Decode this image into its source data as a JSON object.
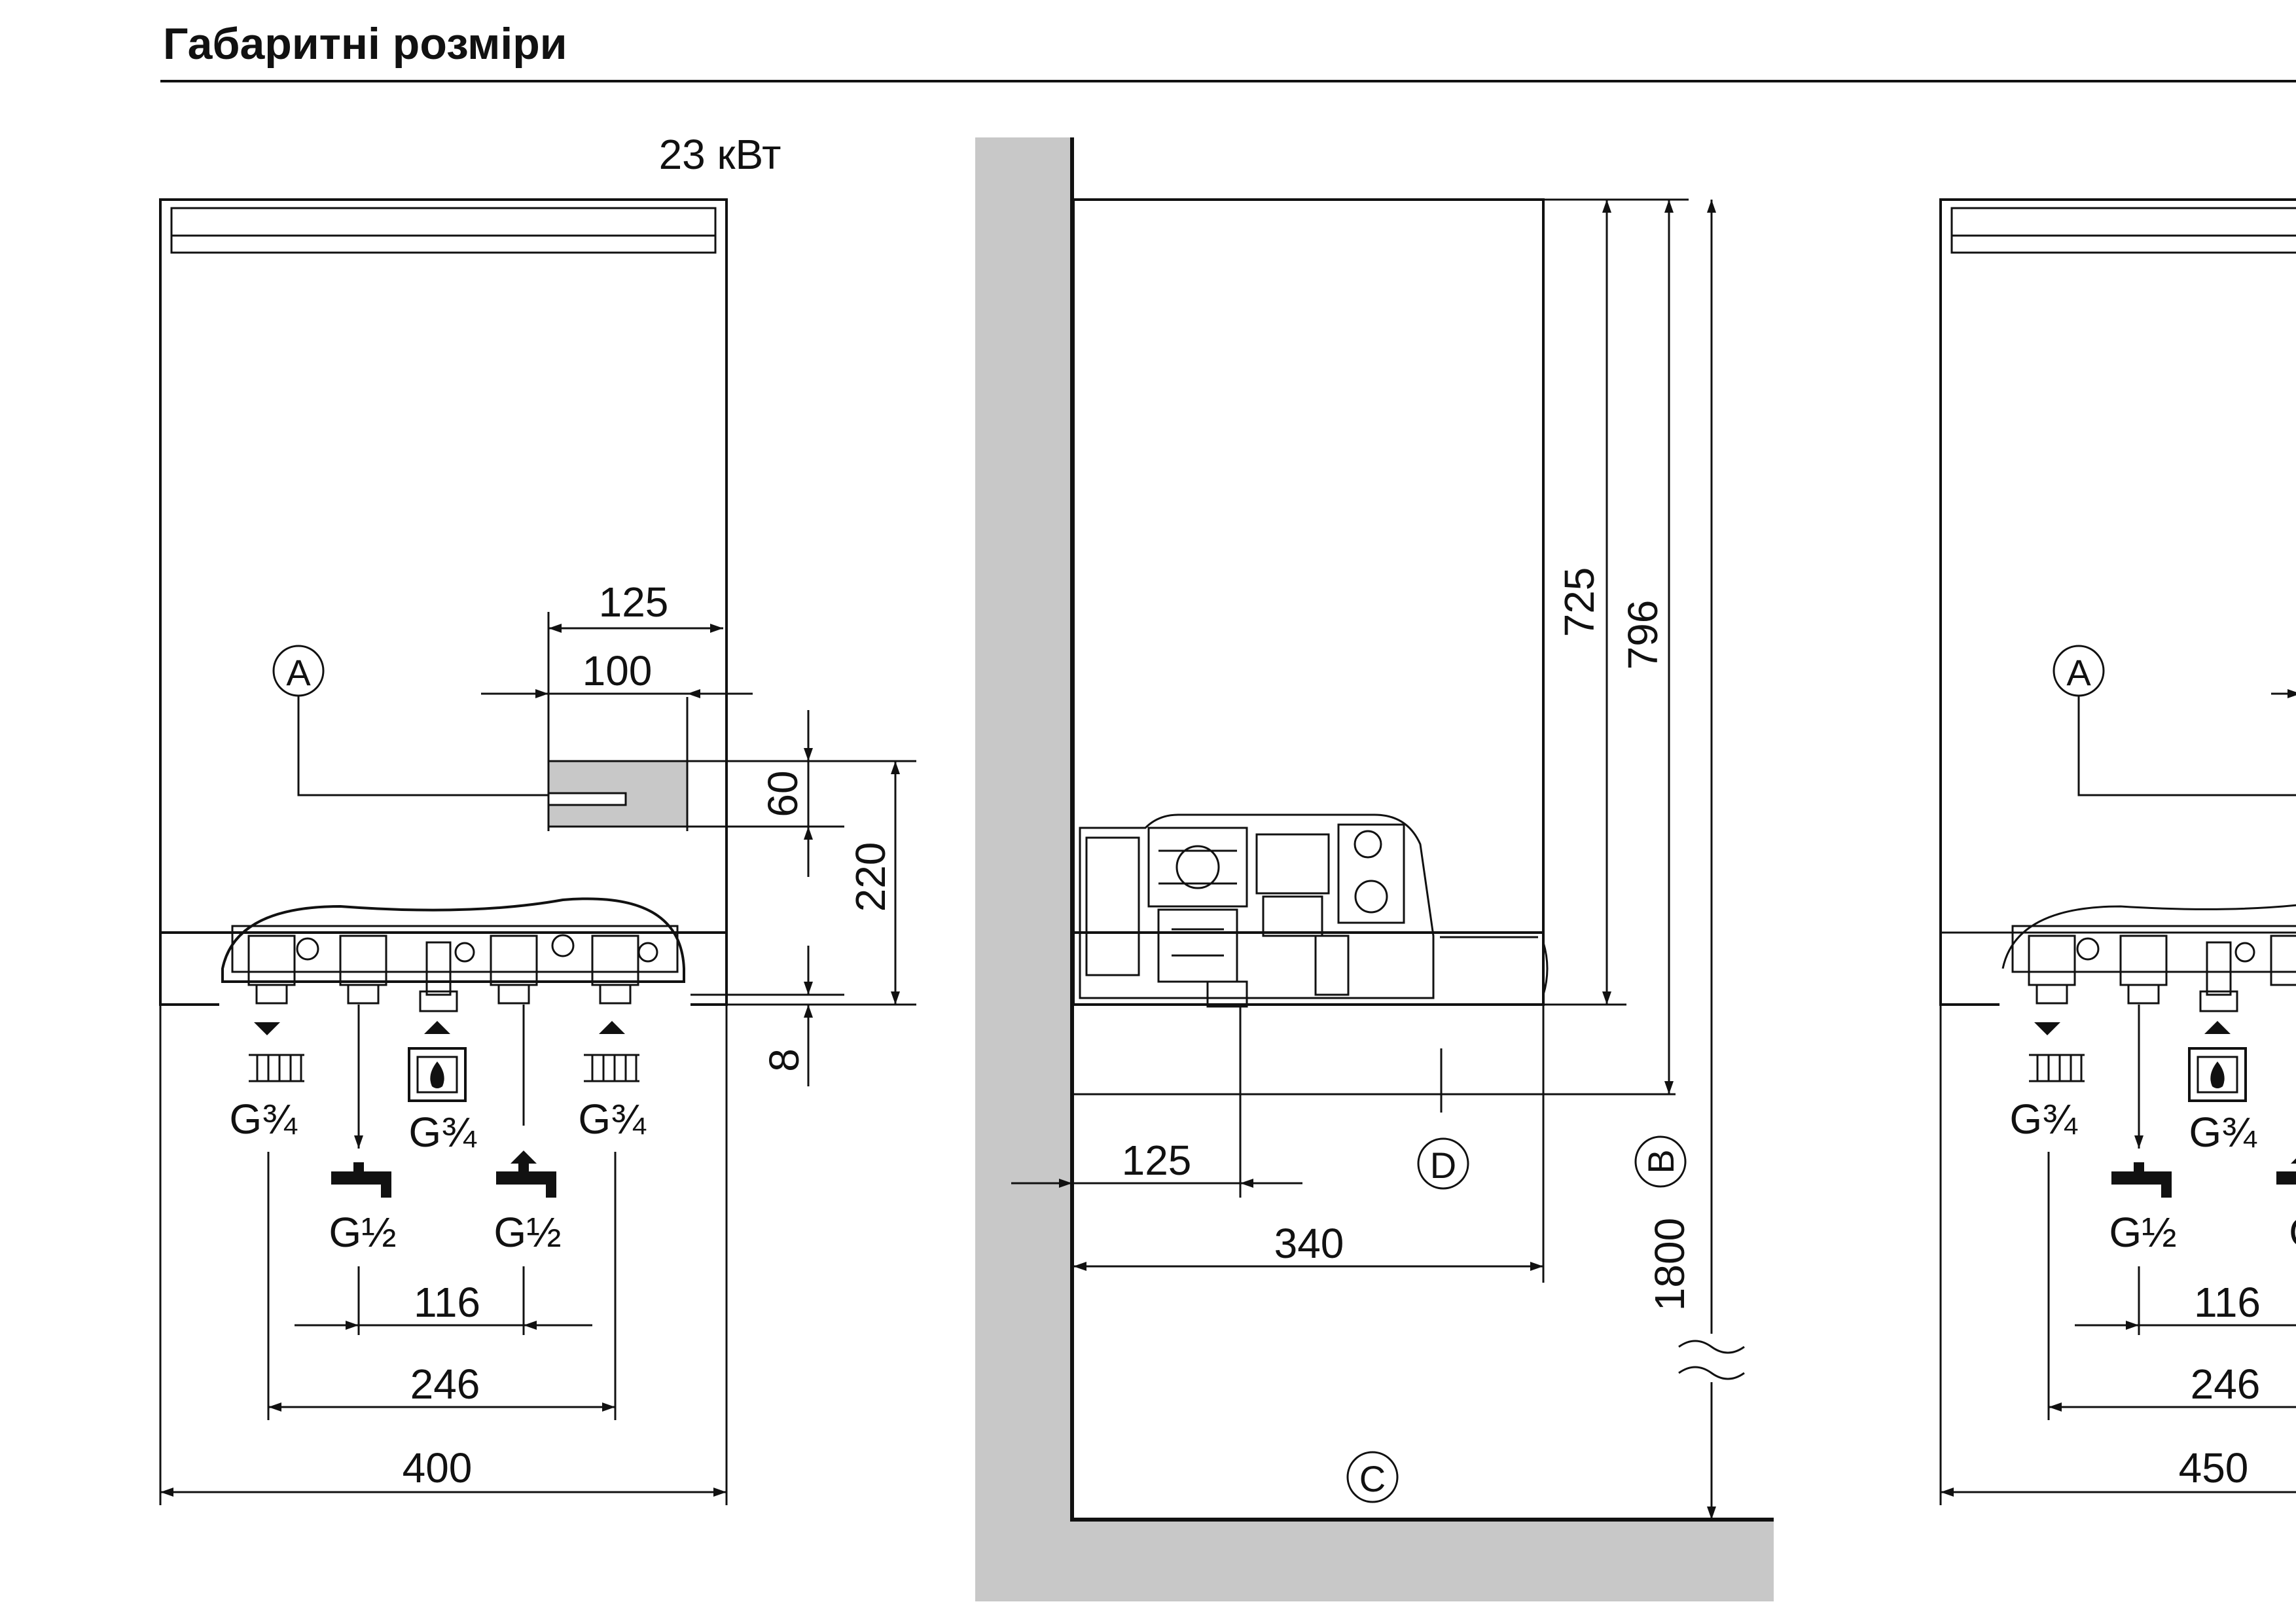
{
  "page": {
    "title": "Габаритні розміри"
  },
  "views": {
    "left": {
      "power": "23 кВт",
      "marker_a": "A",
      "dims": {
        "w125": "125",
        "w100": "100",
        "h60": "60",
        "h220": "220",
        "h8": "8",
        "w116": "116",
        "w246": "246",
        "w400": "400"
      },
      "connections": {
        "heating_flow": "G¾",
        "gas": "G¾",
        "heating_return": "G¾",
        "dhw_out": "G½",
        "cold_in": "G½"
      }
    },
    "side": {
      "dims": {
        "h725": "725",
        "h796": "796",
        "h1800": "1800",
        "d125": "125",
        "d340": "340"
      },
      "markers": {
        "b": "B",
        "c": "C",
        "d": "D"
      }
    },
    "right": {
      "marker_a": "A",
      "dims": {
        "w116": "116",
        "w246": "246",
        "w450": "450"
      },
      "connections": {
        "heating_flow": "G¾",
        "gas": "G¾",
        "dhw_out": "G½",
        "cold_in": "G"
      }
    }
  },
  "colors": {
    "line": "#111111",
    "wall_hatch": "#c8c8c8",
    "template_fill": "#c8c8c8"
  },
  "icons": [
    "radiator-icon",
    "gas-burner-icon",
    "water-tap-icon",
    "arrow-down-icon",
    "arrow-up-icon",
    "break-mark-icon"
  ]
}
